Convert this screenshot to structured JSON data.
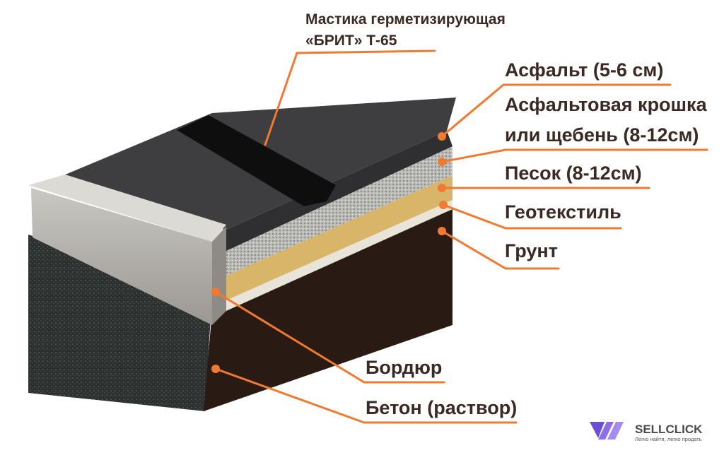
{
  "title_label": {
    "line1": "Мастика герметизирующая",
    "line2": "«БРИТ» Т-65"
  },
  "layers": [
    {
      "id": "asphalt",
      "label": "Асфальт (5-6 см)"
    },
    {
      "id": "crumb",
      "label_line1": "Асфальтовая крошка",
      "label_line2": "или щебень (8-12см)"
    },
    {
      "id": "sand",
      "label": "Песок (8-12см)"
    },
    {
      "id": "geotextile",
      "label": "Геотекстиль"
    },
    {
      "id": "soil",
      "label": "Грунт"
    },
    {
      "id": "curb",
      "label": "Бордюр"
    },
    {
      "id": "concrete",
      "label": "Бетон (раствор)"
    }
  ],
  "logo": {
    "name": "SELLCLICK",
    "tagline": "Легко найти, легко продать"
  },
  "colors": {
    "leader": "#f07a30",
    "text": "#3b2a24",
    "asphalt": "#3a3a3c",
    "sand": "#d9b56a",
    "soil": "#2a1a14",
    "logo_purple": "#7b5ce0"
  }
}
